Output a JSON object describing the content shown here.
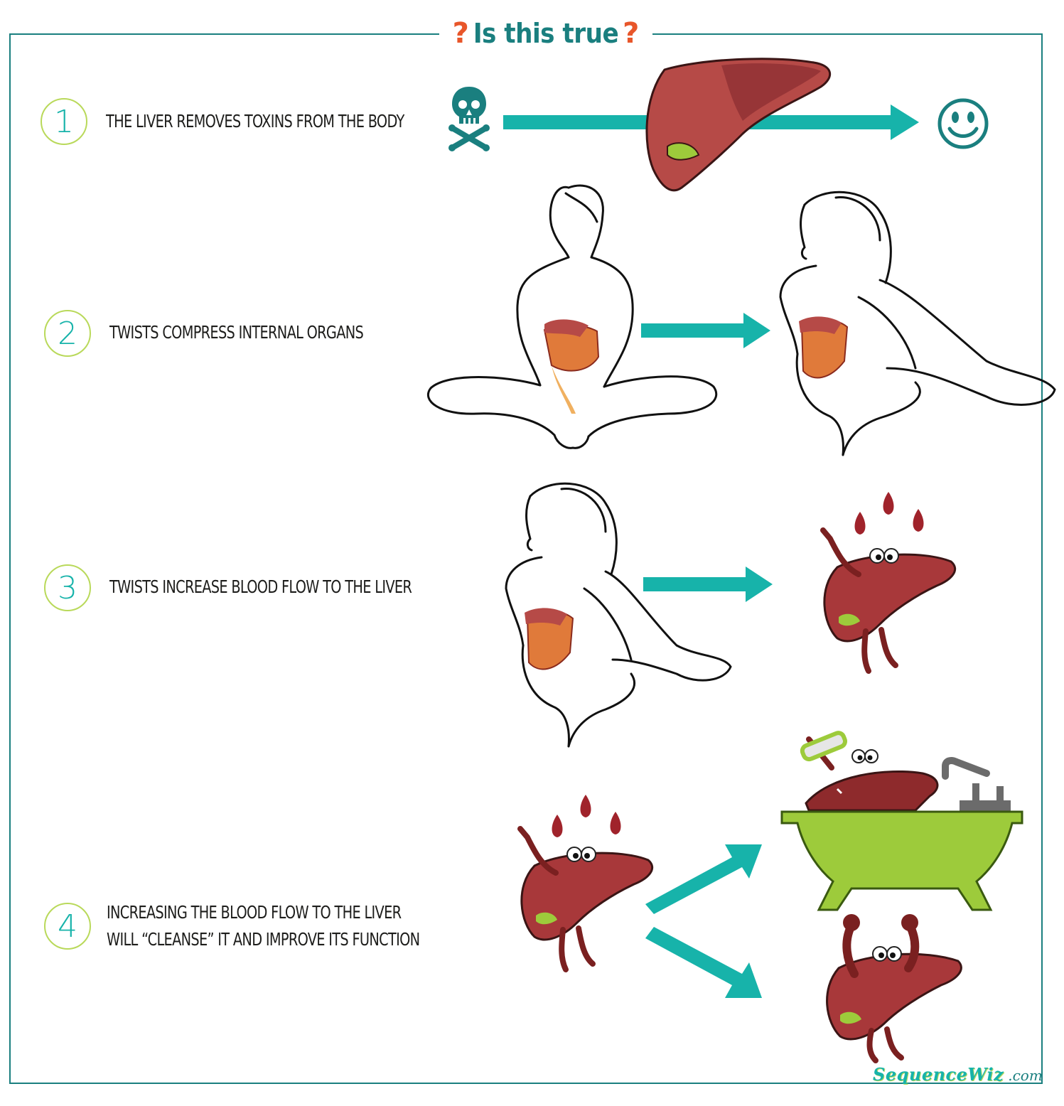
{
  "header": {
    "title": "Is this true",
    "question_mark": "?"
  },
  "statements": [
    {
      "number": "1",
      "text": "The liver removes toxins from the body"
    },
    {
      "number": "2",
      "text": "Twists compress internal organs"
    },
    {
      "number": "3",
      "text": "Twists increase blood flow to the liver"
    },
    {
      "number": "4",
      "line1": "Increasing the blood flow to the liver",
      "line2": "will “cleanse” it and improve its function"
    }
  ],
  "brand": {
    "name": "SequenceWiz",
    "tld": ".com"
  },
  "colors": {
    "teal": "#17b3aa",
    "dark_teal": "#1a7f7f",
    "orange": "#e8562a",
    "lime": "#b9d95a",
    "liver": "#a8383a",
    "blood": "#a0232b",
    "tub": "#9dcb3b"
  },
  "icons": [
    "skull-crossbones-icon",
    "smiley-icon",
    "liver-icon",
    "blood-drop-icon",
    "arrow-right-icon",
    "seated-figure-icon",
    "twisting-figure-icon",
    "liver-mascot-icon",
    "bathtub-icon",
    "faucet-icon",
    "brush-icon",
    "strong-liver-icon"
  ]
}
